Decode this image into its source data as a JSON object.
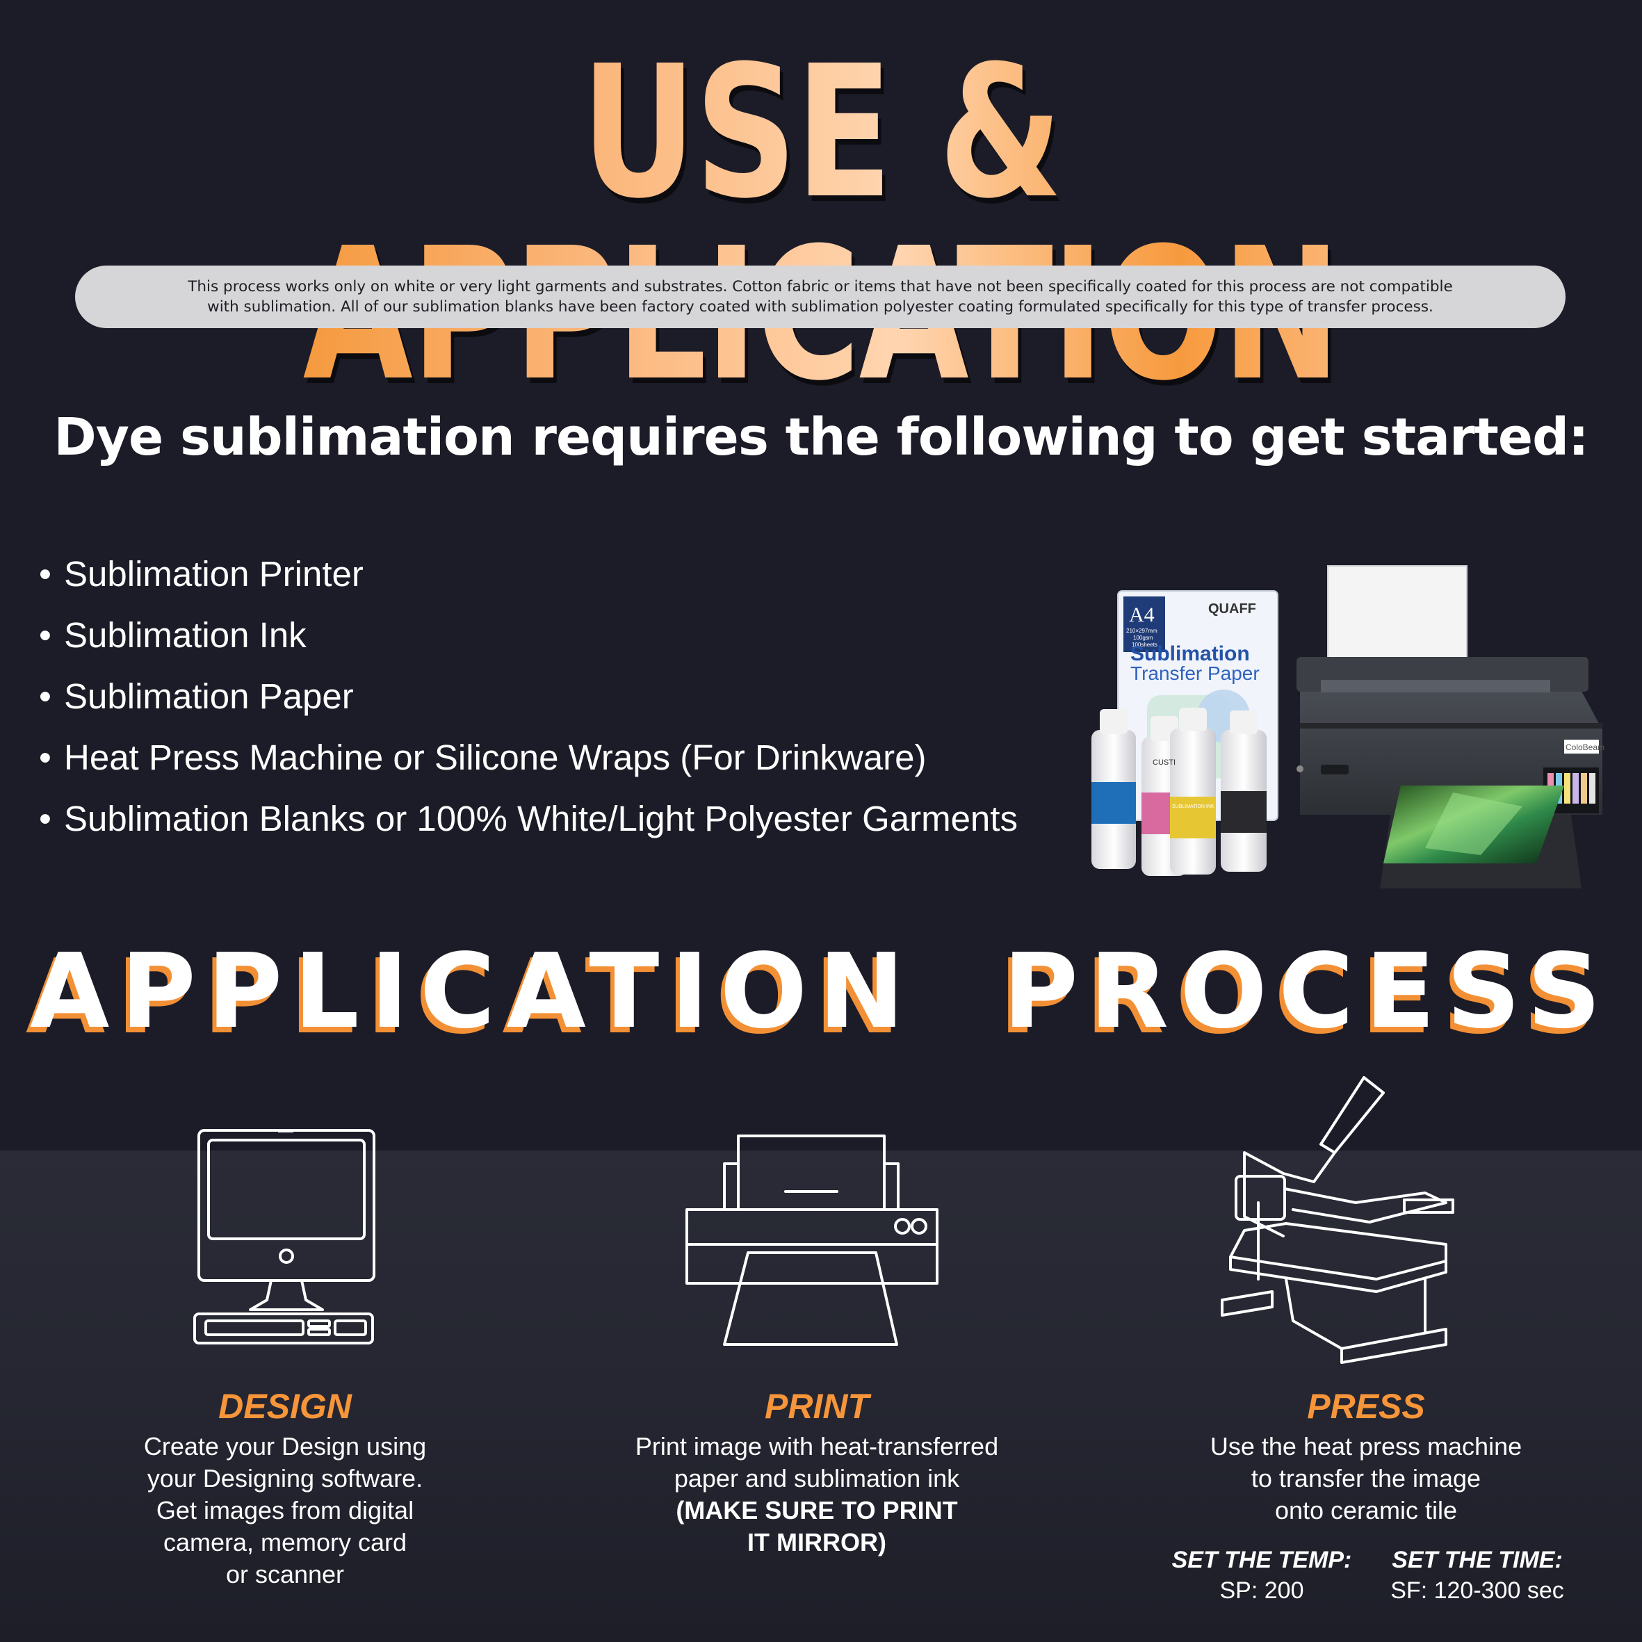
{
  "header": {
    "title": "USE & APPLICATION",
    "notice_line1": "This process works only on white or very light garments and substrates. Cotton fabric or items that have not been specifically coated for this process are not compatible",
    "notice_line2": "with sublimation. All of our sublimation blanks have been factory coated with sublimation polyester coating formulated specifically for this type of transfer process."
  },
  "requirements": {
    "heading": "Dye sublimation requires the following to get started:",
    "items": [
      "Sublimation Printer",
      "Sublimation Ink",
      "Sublimation Paper",
      "Heat Press Machine or Silicone Wraps (For Drinkware)",
      "Sublimation Blanks or 100% White/Light Polyester Garments"
    ],
    "bullet": "•"
  },
  "product_image": {
    "paper_pack_size": "A4",
    "paper_pack_spec1": "210×297mm",
    "paper_pack_spec2": "100gsm",
    "paper_pack_spec3": "100sheets",
    "paper_pack_brand": "QUAFF",
    "paper_pack_title": "Sublimation",
    "paper_pack_subtitle": "Transfer Paper",
    "ink_brand": "CUSTI",
    "ink_label": "SUBLIMATION INK",
    "printer_brand": "ColoBeam"
  },
  "process": {
    "title": "APPLICATION PROCESS",
    "steps": [
      {
        "icon": "computer-icon",
        "title": "DESIGN",
        "lines": [
          "Create your Design using",
          "your Designing software.",
          "Get images from digital",
          "camera, memory card",
          "or scanner"
        ]
      },
      {
        "icon": "printer-icon",
        "title": "PRINT",
        "lines": [
          "Print image with heat-transferred",
          "paper and sublimation ink"
        ],
        "emphasis_lines": [
          "(MAKE SURE TO PRINT",
          "IT MIRROR)"
        ]
      },
      {
        "icon": "heat-press-icon",
        "title": "PRESS",
        "lines": [
          "Use the heat press machine",
          "to transfer the image",
          "onto ceramic tile"
        ],
        "temp_label": "SET THE TEMP:",
        "temp_value": "SP: 200",
        "time_label": "SET THE TIME:",
        "time_value": "SF: 120-300 sec"
      }
    ]
  },
  "colors": {
    "background": "#1c1c28",
    "accent_orange": "#f7953a",
    "notice_bg": "#d6d6d8"
  }
}
